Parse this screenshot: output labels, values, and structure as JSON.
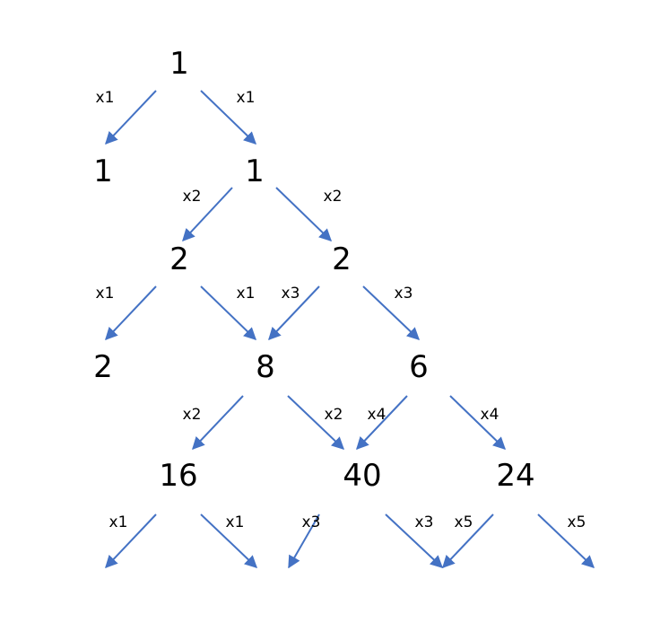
{
  "colors": {
    "arrow": "#4472C4",
    "text": "#000000",
    "background": "#ffffff"
  },
  "numbers": [
    "1",
    "1",
    "1",
    "2",
    "2",
    "2",
    "8",
    "6",
    "16",
    "40",
    "24"
  ],
  "multipliers": [
    "x1",
    "x1",
    "x2",
    "x2",
    "x1",
    "x1",
    "x3",
    "x3",
    "x2",
    "x2",
    "x4",
    "x4",
    "x1",
    "x1",
    "x3",
    "x3",
    "x5",
    "x5"
  ]
}
